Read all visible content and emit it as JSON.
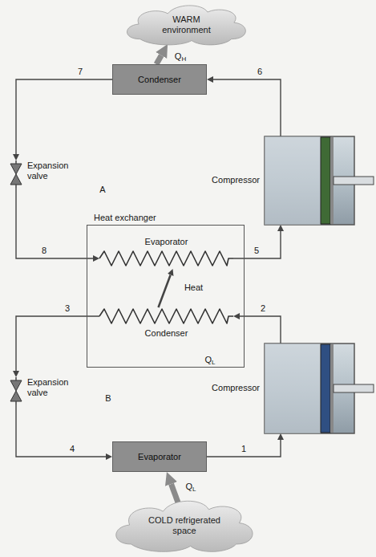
{
  "diagram": {
    "nodes": [
      {
        "text": [
          "WARM environment"
        ]
      },
      {
        "text": [
          "Condenser"
        ]
      },
      {
        "text": [
          "Expansion valve"
        ]
      },
      {
        "text": [
          "Compressor"
        ]
      },
      {
        "text": [
          "Heat exchanger"
        ]
      },
      {
        "text": [
          "Evaporator"
        ],
        "in": 4
      },
      {
        "text": [
          "Condenser"
        ],
        "in": 4
      },
      {
        "text": [
          "Expansion valve"
        ]
      },
      {
        "text": [
          "Compressor"
        ]
      },
      {
        "text": [
          "Evaporator"
        ]
      },
      {
        "text": [
          "COLD refrigerated space"
        ]
      }
    ],
    "edges": [
      {
        "from": 3,
        "to": 1,
        "arrow": "to",
        "label": "6"
      },
      {
        "from": 1,
        "to": 2,
        "arrow": "to",
        "label": "7"
      },
      {
        "from": 2,
        "to": 5,
        "arrow": "to",
        "label": "8"
      },
      {
        "from": 5,
        "to": 3,
        "arrow": "to",
        "label": "5"
      },
      {
        "from": 1,
        "to": 0,
        "arrow": "to",
        "label": "QH"
      },
      {
        "from": 6,
        "to": 5,
        "arrow": "to",
        "label": "Heat"
      },
      {
        "from": 8,
        "to": 6,
        "arrow": "to",
        "label": "2"
      },
      {
        "from": 6,
        "to": 7,
        "arrow": "to",
        "label": "3"
      },
      {
        "from": 7,
        "to": 9,
        "arrow": "to",
        "label": "4"
      },
      {
        "from": 9,
        "to": 8,
        "arrow": "to",
        "label": "1"
      },
      {
        "from": 10,
        "to": 9,
        "arrow": "to",
        "label": "QL"
      }
    ],
    "labels": [
      "A",
      "B",
      "QL"
    ]
  }
}
